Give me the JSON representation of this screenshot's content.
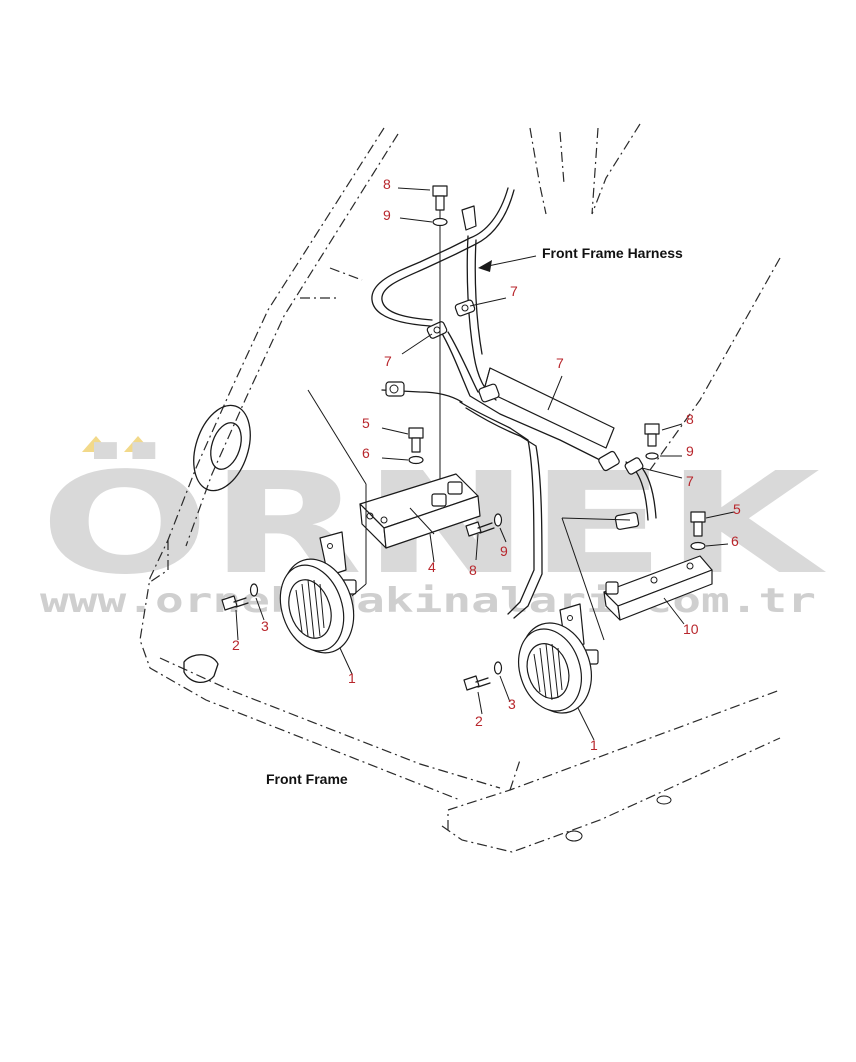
{
  "captions": {
    "front_frame_harness": "Front Frame Harness",
    "front_frame": "Front Frame"
  },
  "callouts": [
    {
      "id": "c8a",
      "text": "8"
    },
    {
      "id": "c9a",
      "text": "9"
    },
    {
      "id": "c7a",
      "text": "7"
    },
    {
      "id": "c7b",
      "text": "7"
    },
    {
      "id": "c7c",
      "text": "7"
    },
    {
      "id": "c5a",
      "text": "5"
    },
    {
      "id": "c6a",
      "text": "6"
    },
    {
      "id": "c4",
      "text": "4"
    },
    {
      "id": "c8b",
      "text": "8"
    },
    {
      "id": "c9b",
      "text": "9"
    },
    {
      "id": "c8c",
      "text": "8"
    },
    {
      "id": "c9c",
      "text": "9"
    },
    {
      "id": "c7d",
      "text": "7"
    },
    {
      "id": "c5b",
      "text": "5"
    },
    {
      "id": "c6b",
      "text": "6"
    },
    {
      "id": "c10",
      "text": "10"
    },
    {
      "id": "c2a",
      "text": "2"
    },
    {
      "id": "c3a",
      "text": "3"
    },
    {
      "id": "c1a",
      "text": "1"
    },
    {
      "id": "c2b",
      "text": "2"
    },
    {
      "id": "c3b",
      "text": "3"
    },
    {
      "id": "c1b",
      "text": "1"
    }
  ],
  "watermark": {
    "brand": "ÖRNEK",
    "url": "www.orneksmakinalari.com.tr"
  },
  "colors": {
    "callout": "#b8262c",
    "line": "#1a1a1a",
    "watermark": "#d9d9d9",
    "watermark_accent": "#f2d98a"
  }
}
